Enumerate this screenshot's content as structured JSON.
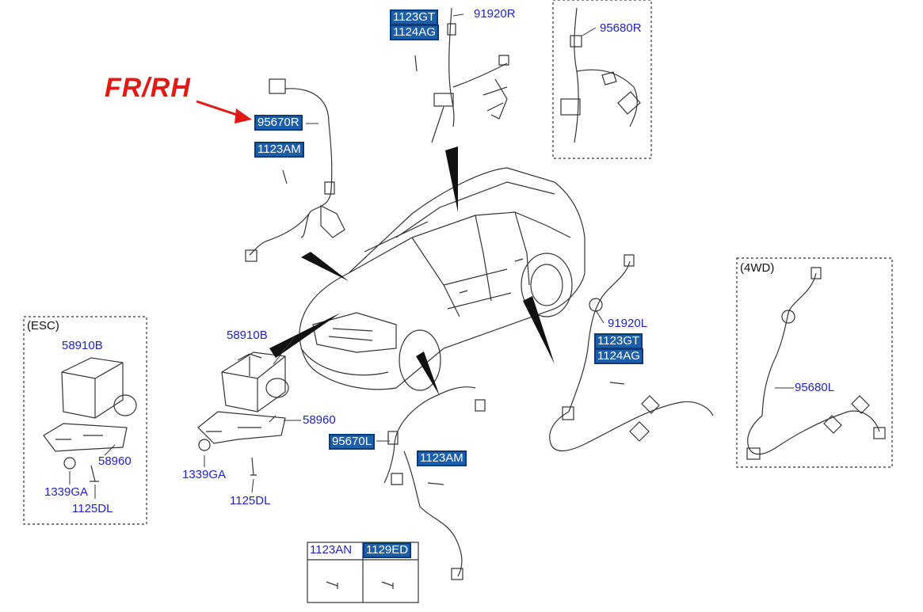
{
  "callout": {
    "text": "FR/RH",
    "color": "#e01a14"
  },
  "labels": {
    "p1123gt_top": "1123GT",
    "p1124ag_top": "1124AG",
    "p91920r": "91920R",
    "p95680r": "95680R",
    "p95670r": "95670R",
    "p1123am_top": "1123AM",
    "esc": "(ESC)",
    "p58910b_esc": "58910B",
    "p58960_esc": "58960",
    "p1339ga_esc": "1339GA",
    "p1125dl_esc": "1125DL",
    "p58910b": "58910B",
    "p58960": "58960",
    "p1339ga": "1339GA",
    "p1125dl": "1125DL",
    "p95670l": "95670L",
    "p1123am_bottom": "1123AM",
    "p91920l": "91920L",
    "p1123gt_right": "1123GT",
    "p1124ag_right": "1124AG",
    "wd4": "(4WD)",
    "p95680l": "95680L",
    "p1123an": "1123AN",
    "p1129ed": "1129ED"
  },
  "colors": {
    "label": "#1f23c8",
    "highlight": "#1c5fa8",
    "line": "#333333"
  }
}
